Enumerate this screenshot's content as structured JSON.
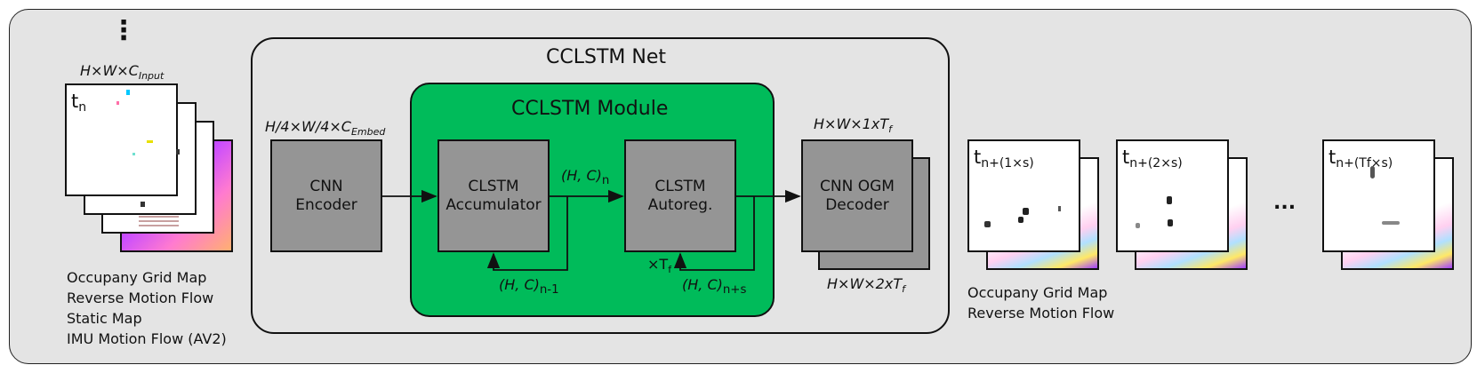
{
  "input_dims_label": "H×W×C",
  "input_dims_sub": "Input",
  "input_frame_label": "t",
  "input_frame_sub": "n",
  "input_list": [
    "Occupany Grid Map",
    "Reverse Motion Flow",
    "Static Map",
    "IMU Motion Flow (AV2)"
  ],
  "net_title": "CCLSTM Net",
  "module_title": "CCLSTM Module",
  "embed_label": "H/4×W/4×C",
  "embed_sub": "Embed",
  "encoder_label": "CNN\nEncoder",
  "accumulator_label": "CLSTM\nAccumulator",
  "autoreg_label": "CLSTM\nAutoreg.",
  "decoder_label": "CNN OGM\nDecoder",
  "hc_n_main": "(H, C)",
  "hc_n_sub": "n",
  "hc_nm1_main": "(H, C)",
  "hc_nm1_sub": "n-1",
  "hc_ns_main": "(H, C)",
  "hc_ns_sub": "n+s",
  "times_tf_main": "×T",
  "times_tf_sub": "f",
  "dec_top_label": "H×W×1xT",
  "dec_top_sub": "f",
  "dec_bottom_label": "H×W×2xT",
  "dec_bottom_sub": "f",
  "out_frames": [
    {
      "label": "t",
      "sub": "n+(1×s)"
    },
    {
      "label": "t",
      "sub": "n+(2×s)"
    },
    {
      "label": "t",
      "sub": "n+(Tf×s)"
    }
  ],
  "ellipsis": "...",
  "vdots": "⋮",
  "output_list": [
    "Occupany Grid Map",
    "Reverse Motion Flow"
  ],
  "colors": {
    "background": "#e4e4e4",
    "module": "#00bb5a",
    "block": "#959595"
  }
}
